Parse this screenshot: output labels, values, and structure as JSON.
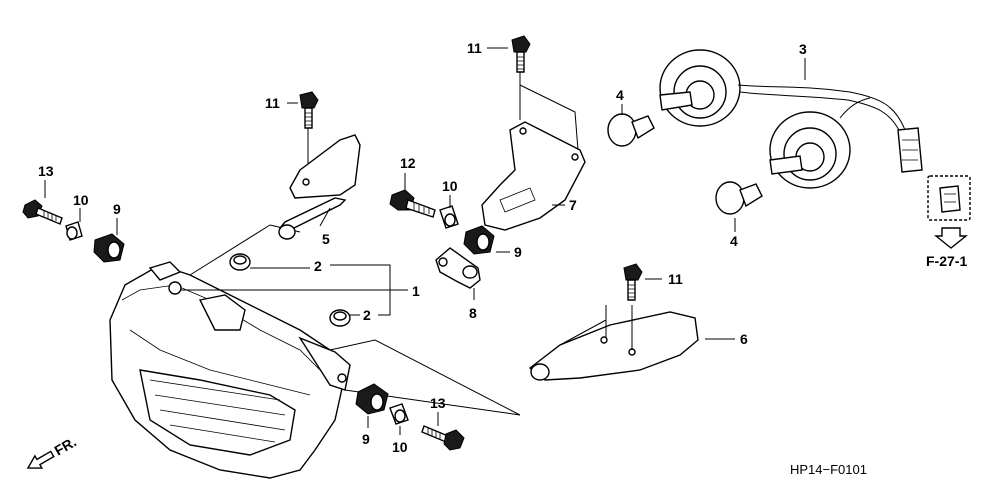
{
  "diagram": {
    "callouts": {
      "c13a": "13",
      "c10a": "10",
      "c9a": "9",
      "c11a": "11",
      "c5": "5",
      "c2a": "2",
      "c2b": "2",
      "c1": "1",
      "c12": "12",
      "c10b": "10",
      "c9b": "9",
      "c8": "8",
      "c11b": "11",
      "c7": "7",
      "c3": "3",
      "c4a": "4",
      "c4b": "4",
      "c11c": "11",
      "c6": "6",
      "c9c": "9",
      "c10c": "10",
      "c13b": "13"
    },
    "reference": "F-27-1",
    "front_marker": "FR.",
    "figure_code": "HP14−F0101",
    "colors": {
      "ink": "#000000",
      "background": "#ffffff"
    }
  }
}
